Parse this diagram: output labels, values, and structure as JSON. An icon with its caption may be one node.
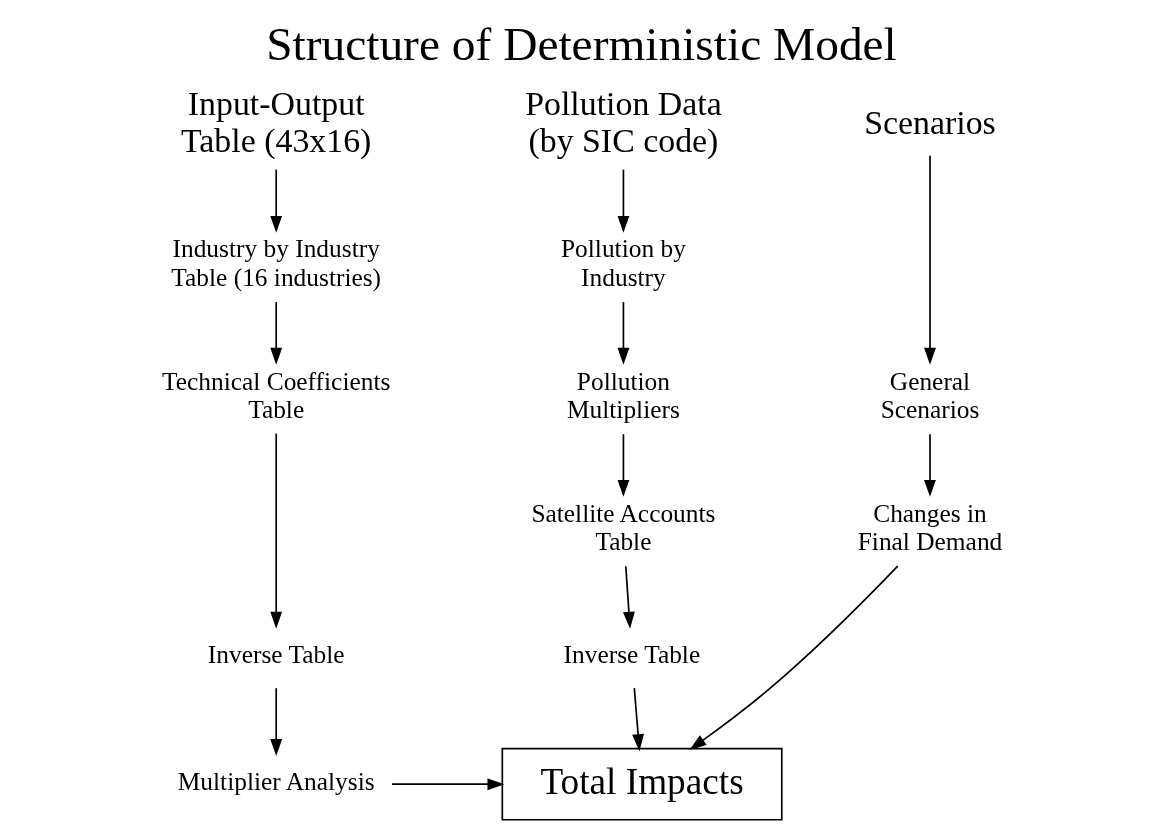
{
  "diagram": {
    "title": "Structure of Deterministic Model",
    "nodes": [
      {
        "text": [
          "Input-Output Table (43x16)"
        ]
      },
      {
        "text": [
          "Industry by Industry Table (16 industries)"
        ]
      },
      {
        "text": [
          "Technical Coefficients Table"
        ]
      },
      {
        "text": [
          "Inverse Table"
        ]
      },
      {
        "text": [
          "Multiplier Analysis"
        ]
      },
      {
        "text": [
          "Pollution Data (by SIC code)"
        ]
      },
      {
        "text": [
          "Pollution by Industry"
        ]
      },
      {
        "text": [
          "Pollution Multipliers"
        ]
      },
      {
        "text": [
          "Satellite Accounts Table"
        ]
      },
      {
        "text": [
          "Inverse Table"
        ]
      },
      {
        "text": [
          "Scenarios"
        ]
      },
      {
        "text": [
          "General Scenarios"
        ]
      },
      {
        "text": [
          "Changes in Final Demand"
        ]
      },
      {
        "text": [
          "Total Impacts"
        ]
      }
    ],
    "edges": [
      {
        "from": 0,
        "to": 1,
        "arrow": "to"
      },
      {
        "from": 1,
        "to": 2,
        "arrow": "to"
      },
      {
        "from": 2,
        "to": 3,
        "arrow": "to"
      },
      {
        "from": 3,
        "to": 4,
        "arrow": "to"
      },
      {
        "from": 5,
        "to": 6,
        "arrow": "to"
      },
      {
        "from": 6,
        "to": 7,
        "arrow": "to"
      },
      {
        "from": 7,
        "to": 8,
        "arrow": "to"
      },
      {
        "from": 8,
        "to": 9,
        "arrow": "to"
      },
      {
        "from": 9,
        "to": 13,
        "arrow": "to"
      },
      {
        "from": 4,
        "to": 13,
        "arrow": "to"
      },
      {
        "from": 10,
        "to": 11,
        "arrow": "to"
      },
      {
        "from": 11,
        "to": 12,
        "arrow": "to"
      },
      {
        "from": 12,
        "to": 13,
        "arrow": "to"
      }
    ]
  }
}
